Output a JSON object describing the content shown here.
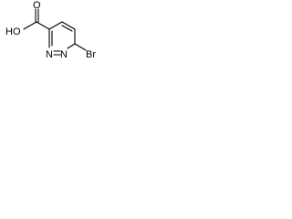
{
  "structure": {
    "atoms": {
      "hydroxyl_label": "HO",
      "carbonyl_oxygen_label": "O",
      "nitrogen_1_label": "N",
      "nitrogen_2_label": "N",
      "bromine_label": "Br"
    },
    "colors": {
      "ink": "#000000",
      "background": "#ffffff"
    }
  }
}
